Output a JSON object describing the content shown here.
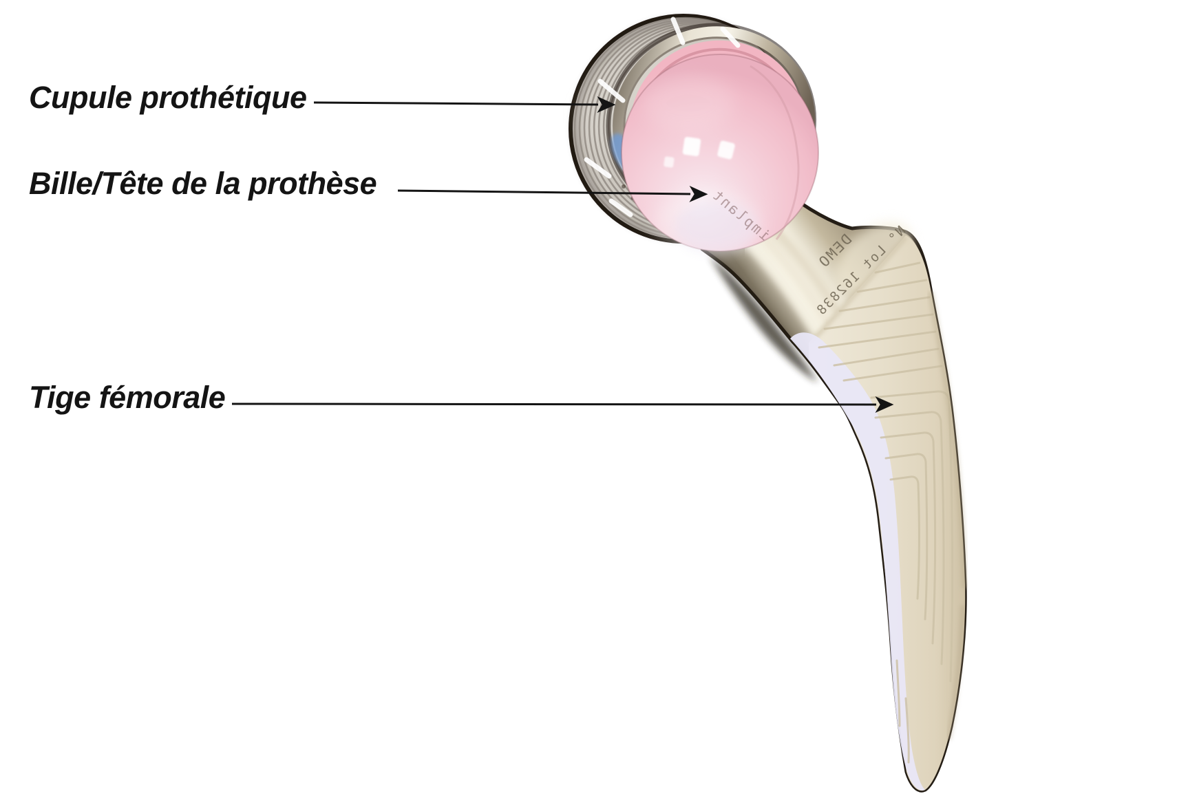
{
  "figure": {
    "labels": [
      {
        "id": "cupule",
        "text": "Cupule prothétique"
      },
      {
        "id": "bille",
        "text": "Bille/Tête de la prothèse"
      },
      {
        "id": "tige",
        "text": "Tige fémorale"
      }
    ],
    "engravings": {
      "demo": "DEMO",
      "lot": "N° Lot 162838",
      "ball": "implant"
    },
    "colors": {
      "background": "#ffffff",
      "label_text": "#141414",
      "arrow": "#141414",
      "cup_shell": "#cdc8c0",
      "cup_groove": "#8e8780",
      "rim_silver": "#f4f1e6",
      "blue_reflection": "#6f9cd8",
      "liner_pink": "#f2b6c3",
      "ball_pink": "#f4c8d3",
      "neck_metal": "#ece5d3",
      "stem_cream": "#e7dfcb",
      "stem_highlight": "#e9e7f7",
      "stem_groove": "#cdc2a7",
      "outline_dark": "#241d15"
    }
  }
}
